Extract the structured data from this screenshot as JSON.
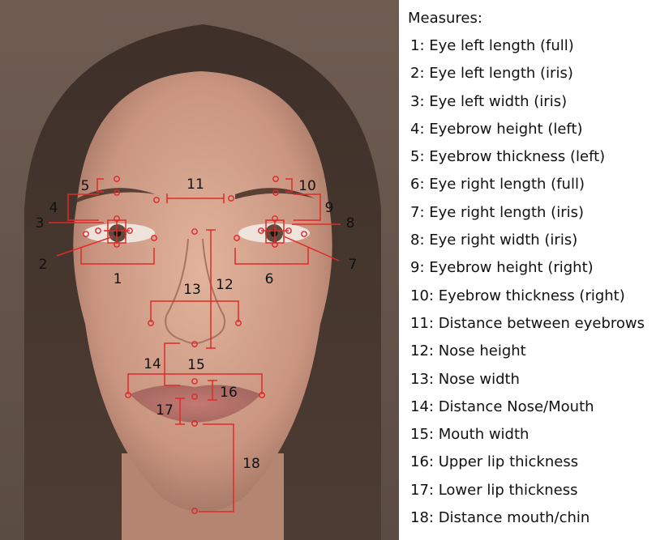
{
  "legend": {
    "title": "Measures:",
    "items": [
      "1: Eye left length (full)",
      "2: Eye left length (iris)",
      "3: Eye left width (iris)",
      "4: Eyebrow height (left)",
      "5: Eyebrow thickness (left)",
      "6: Eye right length (full)",
      "7: Eye right length (iris)",
      "8: Eye right width (iris)",
      "9: Eyebrow height (right)",
      "10: Eyebrow thickness (right)",
      "11: Distance between eyebrows",
      "12: Nose height",
      "13: Nose width",
      "14: Distance Nose/Mouth",
      "15: Mouth width",
      "16: Upper lip thickness",
      "17: Lower lip thickness",
      "18: Distance mouth/chin"
    ]
  },
  "face_labels": {
    "n1": "1",
    "n2": "2",
    "n3": "3",
    "n4": "4",
    "n5": "5",
    "n6": "6",
    "n7": "7",
    "n8": "8",
    "n9": "9",
    "n10": "10",
    "n11": "11",
    "n12": "12",
    "n13": "13",
    "n14": "14",
    "n15": "15",
    "n16": "16",
    "n17": "17",
    "n18": "18"
  },
  "colors": {
    "measure_line": "#e02a2a",
    "background": "#ffffff",
    "text": "#111111"
  }
}
